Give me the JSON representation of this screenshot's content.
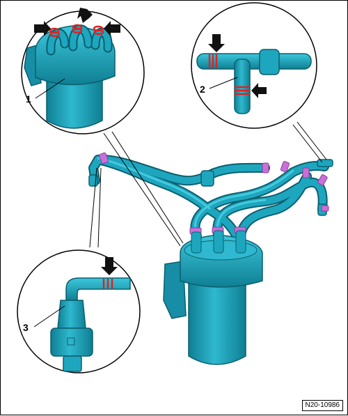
{
  "figure": {
    "reference_code": "N20-10986",
    "callouts": [
      {
        "number": "1"
      },
      {
        "number": "2"
      },
      {
        "number": "3"
      }
    ],
    "colors": {
      "part": "#1ea6bf",
      "part_shadow": "#0f7f93",
      "part_light": "#3cc7dc",
      "seal_ring": "#e02222",
      "clamp": "#c86fd8",
      "arrow": "#111111"
    }
  }
}
